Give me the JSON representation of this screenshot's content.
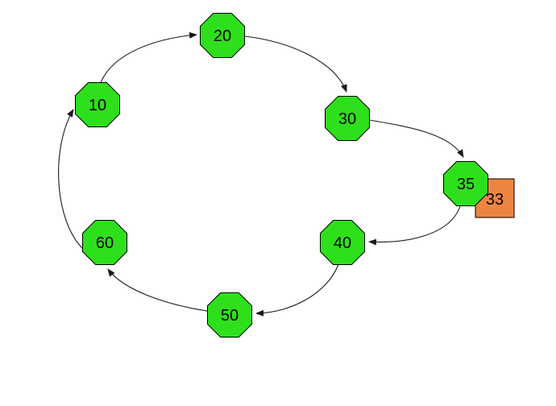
{
  "diagram": {
    "type": "directed-cycle-graph",
    "background": "#ffffff",
    "colors": {
      "octagon_fill": "#2EE01C",
      "octagon_stroke": "#000000",
      "square_fill": "#ED8540",
      "square_stroke": "#000000",
      "edge_color": "#1a1a1a",
      "label_color": "#000000"
    },
    "nodes": [
      {
        "id": "node-10",
        "label": "10",
        "shape": "octagon"
      },
      {
        "id": "node-20",
        "label": "20",
        "shape": "octagon"
      },
      {
        "id": "node-30",
        "label": "30",
        "shape": "octagon"
      },
      {
        "id": "node-35",
        "label": "35",
        "shape": "octagon"
      },
      {
        "id": "node-40",
        "label": "40",
        "shape": "octagon"
      },
      {
        "id": "node-50",
        "label": "50",
        "shape": "octagon"
      },
      {
        "id": "node-60",
        "label": "60",
        "shape": "octagon"
      },
      {
        "id": "node-33",
        "label": "33",
        "shape": "square"
      }
    ],
    "edges": [
      {
        "from": "10",
        "to": "20"
      },
      {
        "from": "20",
        "to": "30"
      },
      {
        "from": "30",
        "to": "35"
      },
      {
        "from": "35",
        "to": "40"
      },
      {
        "from": "40",
        "to": "50"
      },
      {
        "from": "50",
        "to": "60"
      },
      {
        "from": "60",
        "to": "10"
      }
    ]
  }
}
